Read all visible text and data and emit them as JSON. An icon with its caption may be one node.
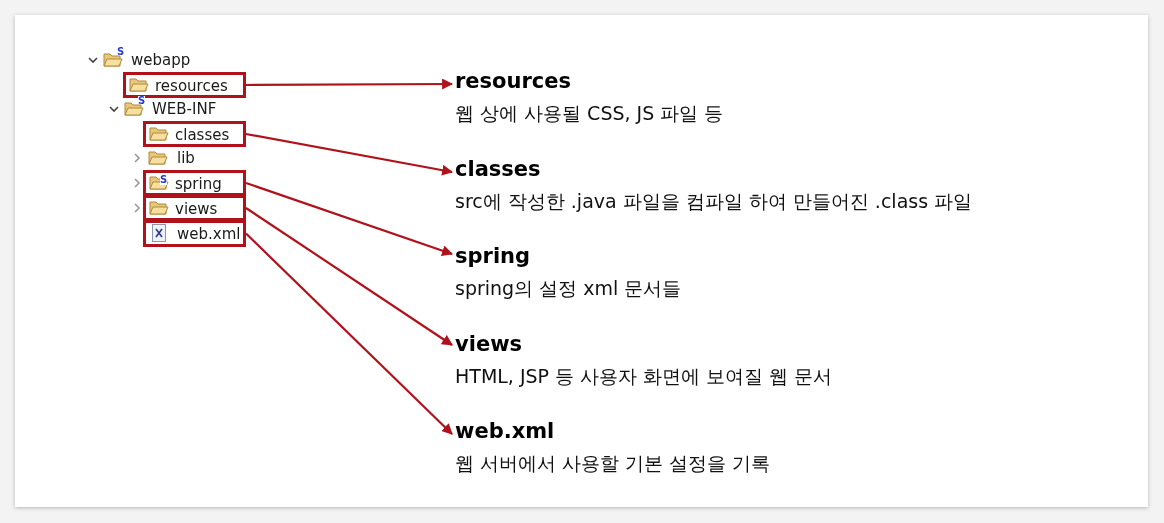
{
  "diagram": {
    "nodes": [
      {
        "text": [
          "resources"
        ]
      },
      {
        "text": [
          "classes"
        ]
      },
      {
        "text": [
          "spring"
        ]
      },
      {
        "text": [
          "views"
        ]
      },
      {
        "text": [
          "web.xml"
        ]
      },
      {
        "text": [
          "resources",
          "웹 상에 사용될 CSS, JS 파일 등"
        ]
      },
      {
        "text": [
          "classes",
          "src에 작성한 .java 파일을 컴파일 하여 만들어진 .class 파일"
        ]
      },
      {
        "text": [
          "spring",
          "spring의 설정 xml 문서들"
        ]
      },
      {
        "text": [
          "views",
          "HTML, JSP 등 사용자 화면에 보여질 웹 문서"
        ]
      },
      {
        "text": [
          "web.xml",
          "웹 서버에서 사용할 기본 설정을 기록"
        ]
      }
    ],
    "edges": [
      {
        "from": 0,
        "to": 5,
        "arrow": "to"
      },
      {
        "from": 1,
        "to": 6,
        "arrow": "to"
      },
      {
        "from": 2,
        "to": 7,
        "arrow": "to"
      },
      {
        "from": 3,
        "to": 8,
        "arrow": "to"
      },
      {
        "from": 4,
        "to": 9,
        "arrow": "to"
      }
    ],
    "labels": [
      "S",
      "webapp",
      "S",
      "WEB-INF",
      "lib",
      "S"
    ]
  }
}
